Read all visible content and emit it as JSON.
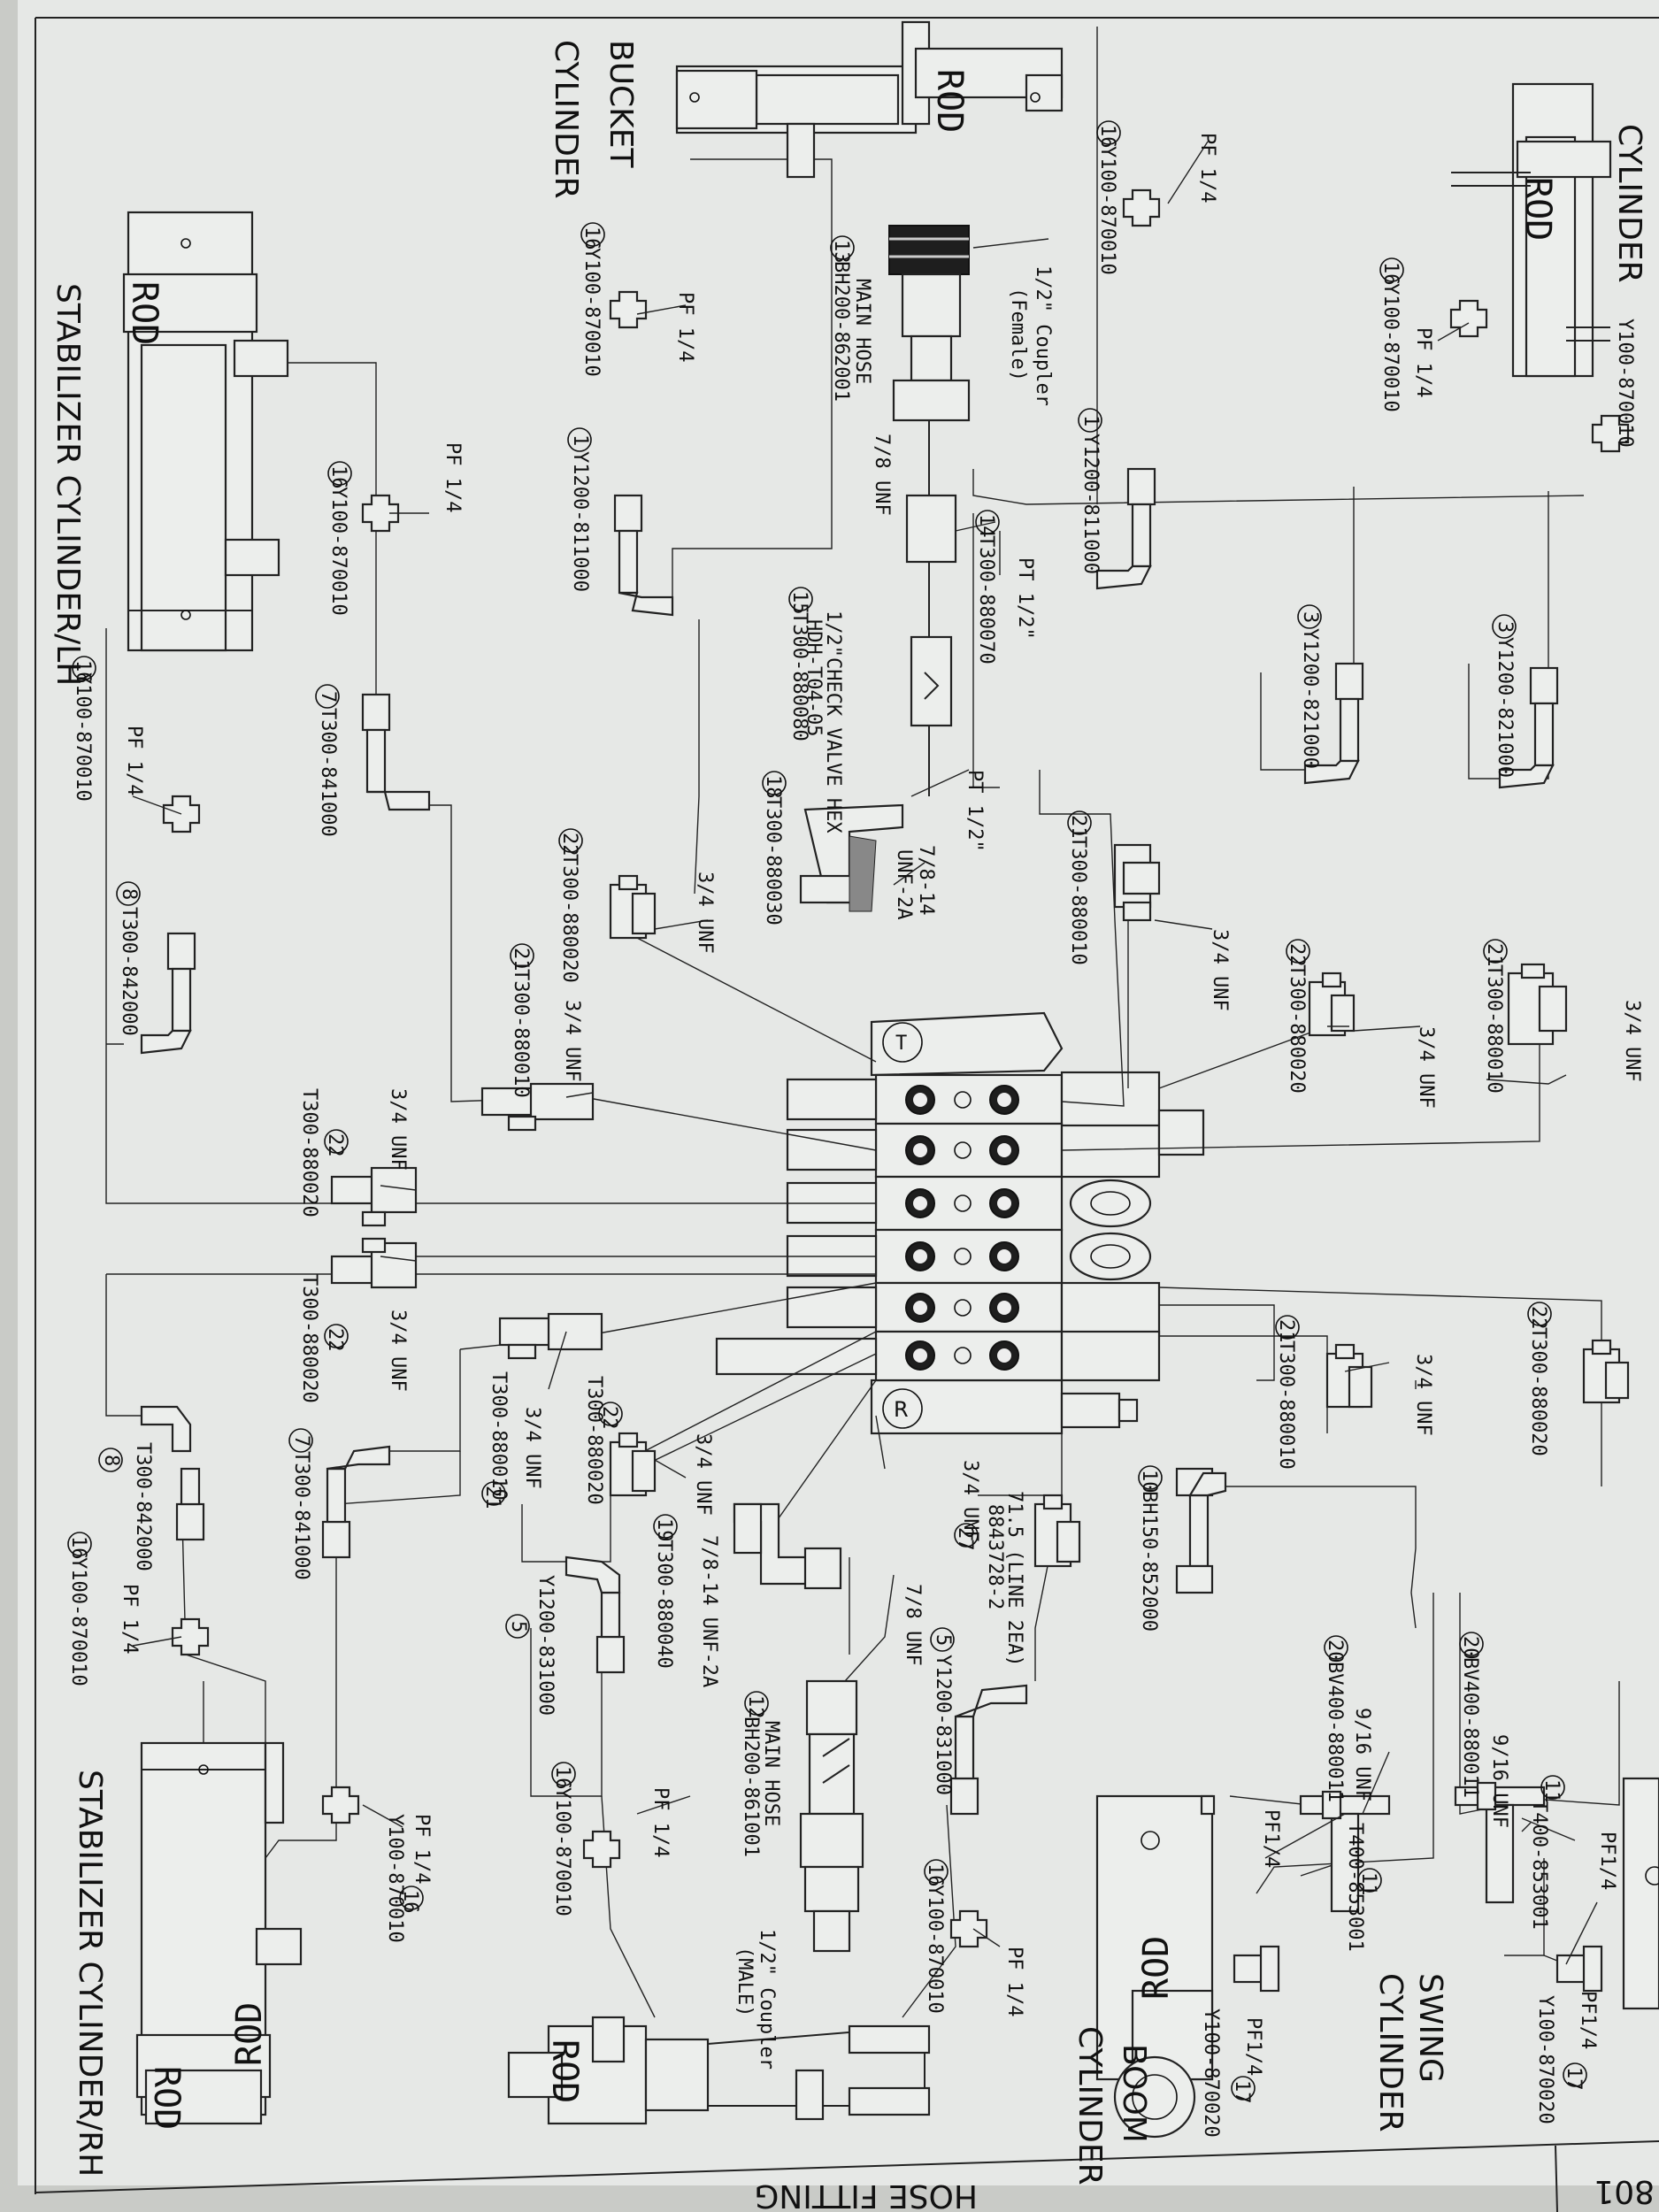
{
  "cylinders": {
    "cylinder_top": "CYLINDER",
    "bucket_line1": "BUCKET",
    "bucket_line2": "CYLINDER",
    "stab_lh": "STABILIZER CYLINDER/LH",
    "stab_rh": "STABILIZER CYLINDER/RH",
    "swing_line1": "SWING",
    "swing_line2": "CYLINDER",
    "boom_line1": "BOOM",
    "boom_line2": "CYLINDER",
    "rod": "ROD"
  },
  "title_block": {
    "title": "HOSE FITTING",
    "sheet_code": "801"
  },
  "callouts": {
    "n1": "1",
    "n3": "3",
    "n5": "5",
    "n7": "7",
    "n8": "8",
    "n10": "10",
    "n11": "11",
    "n12": "12",
    "n13": "13",
    "n14": "14",
    "n15": "15",
    "n16": "16",
    "n17": "17",
    "n18": "18",
    "n19": "19",
    "n20": "20",
    "n21": "21",
    "n22": "22",
    "n27": "27"
  },
  "parts": {
    "y100_870010": "Y100-870010",
    "y100_870020": "Y100-870020",
    "y1200_811000": "Y1200-811000",
    "y1200_821000": "Y1200-821000",
    "y1200_831000": "Y1200-831000",
    "t300_841000": "T300-841000",
    "t300_842000": "T300-842000",
    "t300_880010": "T300-880010",
    "t300_880020": "T300-880020",
    "t300_880030": "T300-880030",
    "t300_880040": "T300-880040",
    "t300_880070": "T300-880070",
    "t300_880080": "T300-880080",
    "t400_853001": "T400-853001",
    "bh200_862001": "BH200-862001",
    "bh200_861001": "BH200-861001",
    "bh150_852000": "BH150-852000",
    "bv400_880011": "BV400-880011"
  },
  "specs": {
    "pf14": "PF 1/4",
    "pf14_compact": "PF1/4",
    "unf34": "3/4 UNF",
    "unf78": "7/8 UNF",
    "unf916": "9/16 UNF",
    "pt12": "PT 1/2\"",
    "unf78_14": "7/8-14 UNF-2A",
    "unf78_14_a": "7/8-14",
    "unf2a": "UNF-2A",
    "coupler_female_1": "1/2\" Coupler",
    "coupler_female_2": "(Female)",
    "coupler_male_1": "1/2\" Coupler",
    "coupler_male_2": "(MALE)",
    "main_hose": "MAIN HOSE",
    "check_valve": "1/2\"CHECK VALVE HEX",
    "check_valve_2": "HDH-T04-05",
    "line_note_1": "71.5 (LINE 2EA)",
    "line_note_2": "8843728-2",
    "unf34_compact": "3/4 UNF"
  },
  "valve": {
    "relief": "R"
  }
}
